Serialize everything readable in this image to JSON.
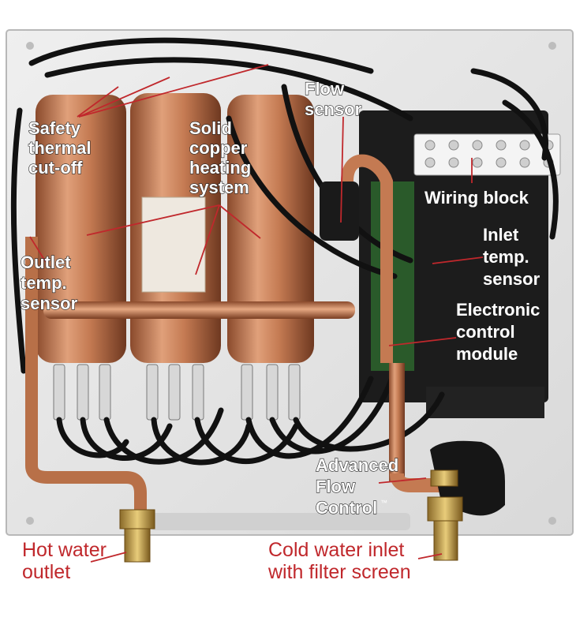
{
  "labels": {
    "safety_thermal_cutoff": [
      "Safety",
      "thermal",
      "cut-off"
    ],
    "solid_copper_heating_system": [
      "Solid",
      "copper",
      "heating",
      "system"
    ],
    "flow_sensor": [
      "Flow",
      "sensor"
    ],
    "wiring_block": "Wiring block",
    "inlet_temp_sensor": [
      "Inlet",
      "temp.",
      "sensor"
    ],
    "outlet_temp_sensor": [
      "Outlet",
      "temp.",
      "sensor"
    ],
    "electronic_control_module": [
      "Electronic",
      "control",
      "module"
    ],
    "advanced_flow_control": [
      "Advanced",
      "Flow",
      "Control"
    ],
    "trademark": "™",
    "hot_water_outlet": [
      "Hot water",
      "outlet"
    ],
    "cold_water_inlet": [
      "Cold water inlet",
      "with filter screen"
    ]
  },
  "colors": {
    "label_white": "#ffffff",
    "label_red": "#c0282c",
    "leader_line": "#c0282c",
    "copper": "#c9805a",
    "panel": "#e6e6e6",
    "module": "#1c1c1c",
    "cable": "#111111"
  }
}
